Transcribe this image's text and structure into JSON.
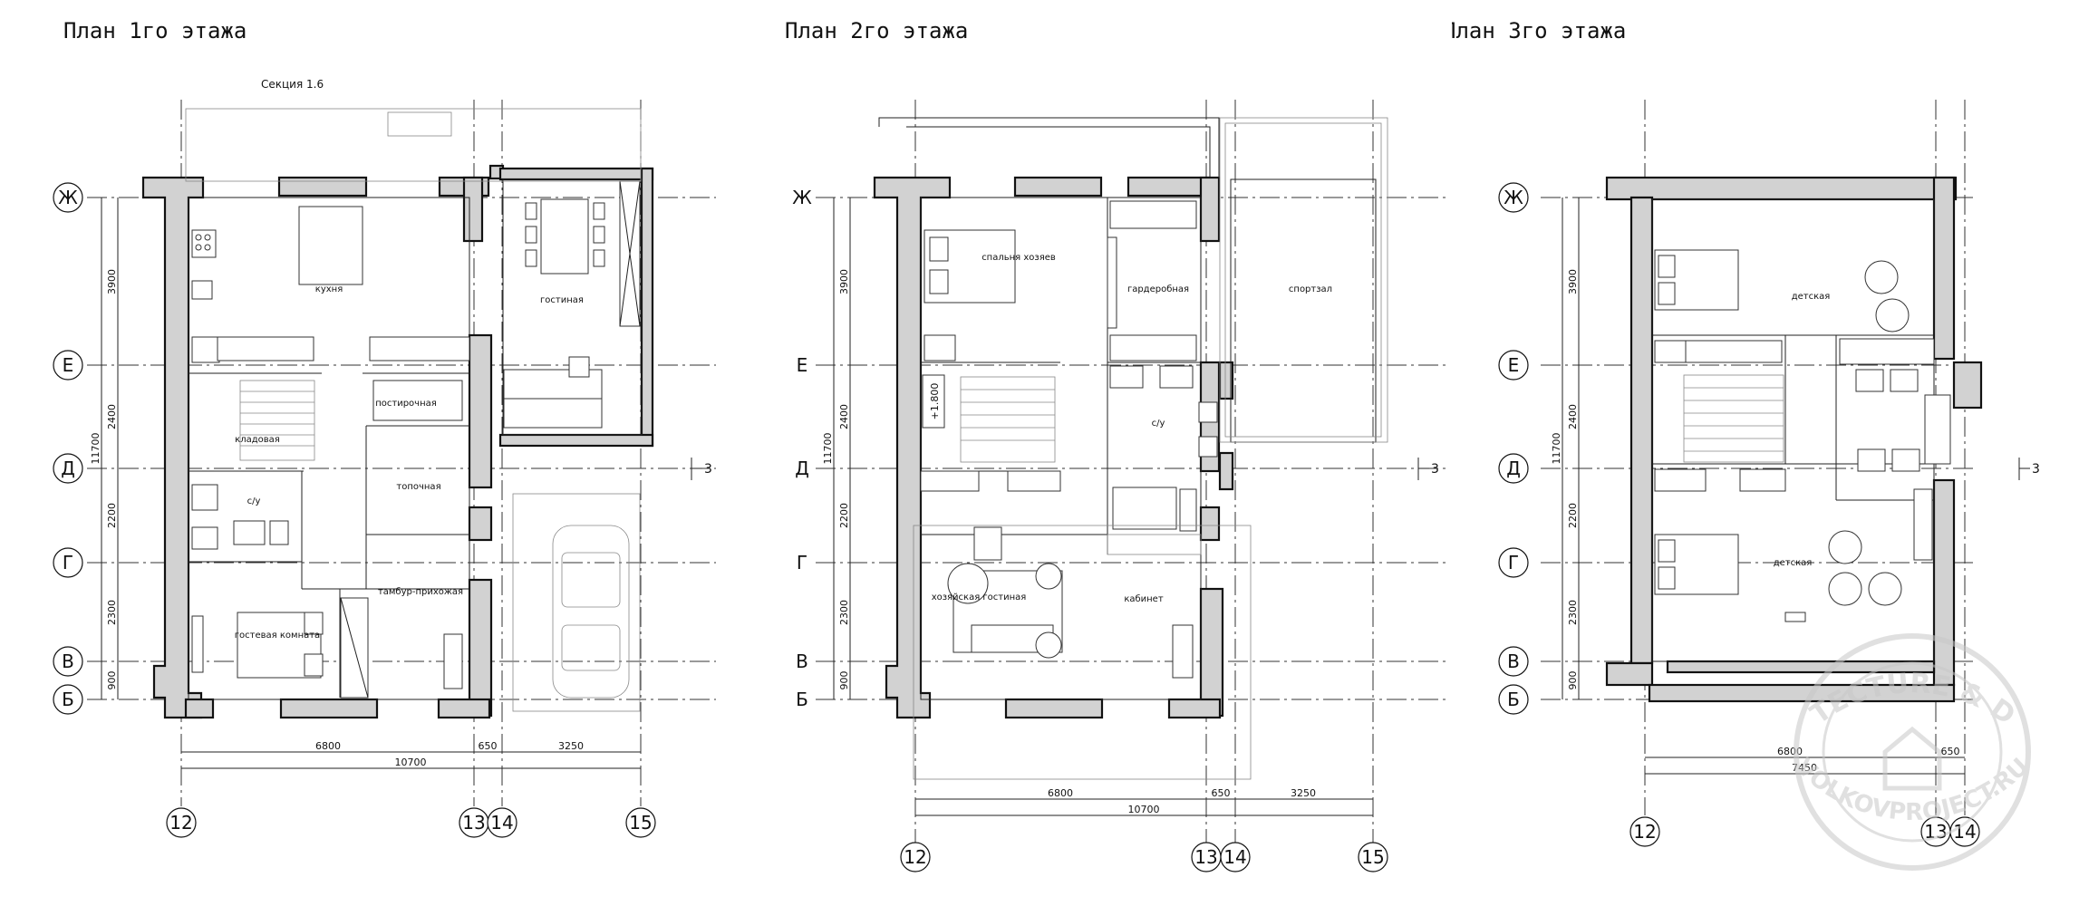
{
  "plans": [
    {
      "title": "План 1го этажа",
      "section": "Секция 1.6",
      "rows": [
        "Ж",
        "Е",
        "Д",
        "Г",
        "В",
        "Б"
      ],
      "cols": [
        "12",
        "13",
        "14",
        "15"
      ],
      "row_dims": [
        "3900",
        "2400",
        "2200",
        "2300",
        "900"
      ],
      "total_height": "11700",
      "col_dims": [
        "6800",
        "650",
        "3250"
      ],
      "total_width": "10700",
      "section_mark": "3",
      "rooms": [
        {
          "name": "кухня"
        },
        {
          "name": "гостиная"
        },
        {
          "name": "кладовая"
        },
        {
          "name": "постирочная"
        },
        {
          "name": "с/у"
        },
        {
          "name": "топочная"
        },
        {
          "name": "тамбур-прихожая"
        },
        {
          "name": "гостевая комната"
        }
      ]
    },
    {
      "title": "План 2го этажа",
      "rows": [
        "Ж",
        "Е",
        "Д",
        "Г",
        "В",
        "Б"
      ],
      "cols": [
        "12",
        "13",
        "14",
        "15"
      ],
      "row_dims": [
        "3900",
        "2400",
        "2200",
        "2300",
        "900"
      ],
      "total_height": "11700",
      "col_dims": [
        "6800",
        "650",
        "3250"
      ],
      "total_width": "10700",
      "level_mark": "+1.800",
      "section_mark": "3",
      "rooms": [
        {
          "name": "спальня хозяев"
        },
        {
          "name": "гардеробная"
        },
        {
          "name": "спортзал"
        },
        {
          "name": "с/у"
        },
        {
          "name": "хозяйская гостиная"
        },
        {
          "name": "кабинет"
        }
      ]
    },
    {
      "title": "План 3го этажа",
      "rows": [
        "Ж",
        "Е",
        "Д",
        "Г",
        "В",
        "Б"
      ],
      "cols": [
        "12",
        "13",
        "14"
      ],
      "row_dims": [
        "3900",
        "2400",
        "2200",
        "2300",
        "900"
      ],
      "total_height": "11700",
      "col_dims": [
        "6800",
        "650"
      ],
      "total_width": "7450",
      "section_mark": "3",
      "rooms": [
        {
          "name": "детская"
        },
        {
          "name": "детская"
        }
      ]
    }
  ],
  "stamp": {
    "top_text": "ARCHITECTURE & DESIGN",
    "bottom_text": "VOLKOVPROJECT.RU"
  },
  "colors": {
    "line": "#111111",
    "wall_fill": "#d2d2d2",
    "stamp": "#c8c8c8"
  }
}
